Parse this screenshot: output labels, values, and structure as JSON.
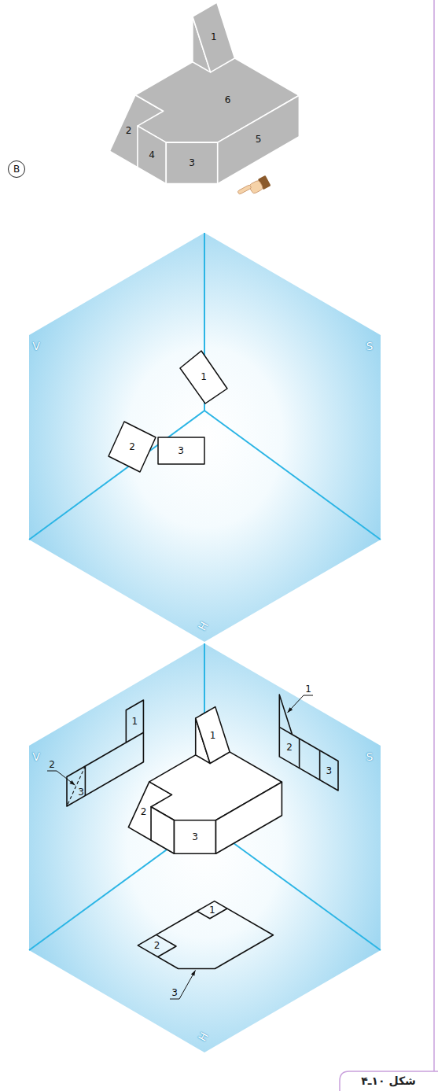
{
  "diagram": {
    "caption": "شکل ۱۰ـ۴",
    "nodes": [
      {
        "text": [
          "B"
        ]
      }
    ],
    "labels": [
      "1",
      "6",
      "2",
      "4",
      "3",
      "5",
      "V",
      "S",
      "1",
      "2",
      "3",
      "H",
      "V",
      "S",
      "1",
      "2",
      "3",
      "1",
      "2",
      "3",
      "1",
      "2",
      "3",
      "1",
      "2",
      "3",
      "H"
    ]
  }
}
